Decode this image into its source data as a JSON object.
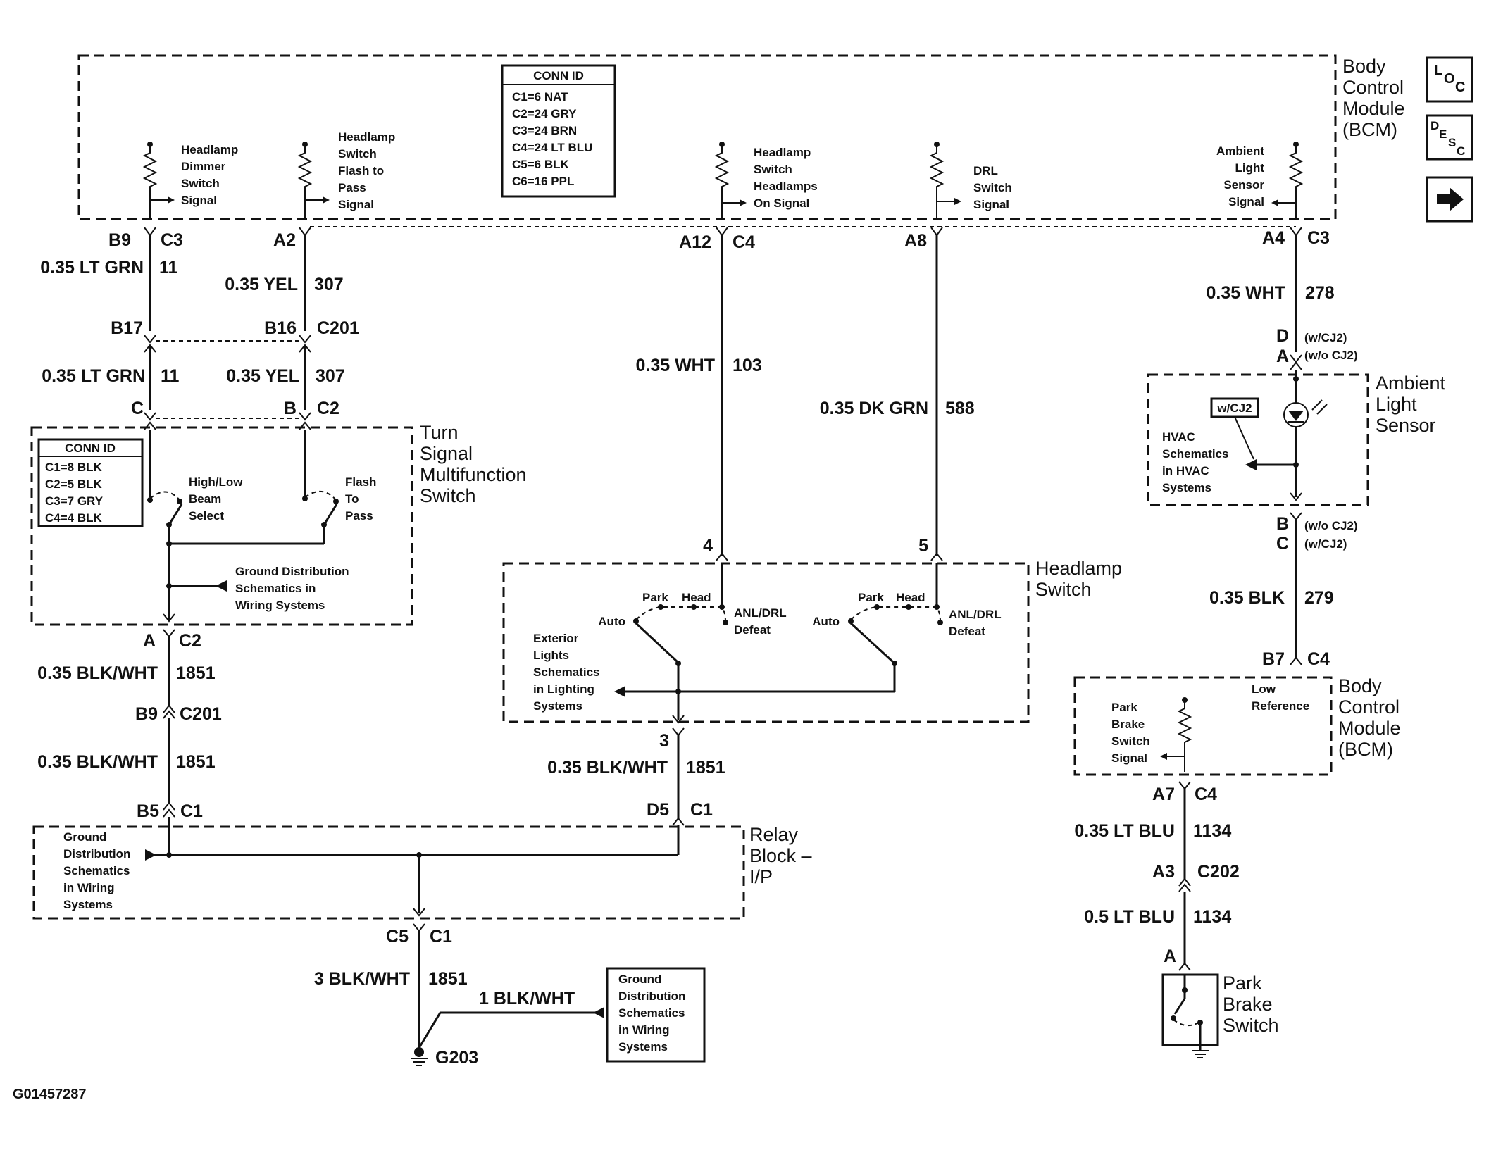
{
  "bcm_top": {
    "title": [
      "Body",
      "Control",
      "Module",
      "(BCM)"
    ],
    "conn_id": {
      "header": "CONN ID",
      "lines": [
        "C1=6 NAT",
        "C2=24 GRY",
        "C3=24 BRN",
        "C4=24 LT BLU",
        "C5=6 BLK",
        "C6=16 PPL"
      ]
    },
    "signals": {
      "dimmer": [
        "Headlamp",
        "Dimmer",
        "Switch",
        "Signal"
      ],
      "flash": [
        "Headlamp",
        "Switch",
        "Flash to",
        "Pass",
        "Signal"
      ],
      "headlamps_on": [
        "Headlamp",
        "Switch",
        "Headlamps",
        "On Signal"
      ],
      "drl": [
        "DRL",
        "Switch",
        "Signal"
      ],
      "ambient": [
        "Ambient",
        "Light",
        "Sensor",
        "Signal"
      ]
    }
  },
  "nav": {
    "loc_icon": "LOC",
    "desc_icon": "DESC",
    "next_icon": "arrow-right"
  },
  "pins": {
    "b9": "B9",
    "c3a": "C3",
    "a2": "A2",
    "a12": "A12",
    "c4a": "C4",
    "a8": "A8",
    "a4": "A4",
    "c3b": "C3",
    "b17": "B17",
    "b16": "B16",
    "c201a": "C201",
    "c": "C",
    "b": "B",
    "c2a": "C2",
    "a_c2": "A",
    "c2b": "C2",
    "b9b": "B9",
    "c201b": "C201",
    "b5": "B5",
    "c1a": "C1",
    "d5": "D5",
    "c1b": "C1",
    "c5": "C5",
    "c1c": "C1",
    "p4": "4",
    "p5": "5",
    "p3": "3",
    "d_als": "D",
    "a_als": "A",
    "wcj2_d": "(w/CJ2)",
    "wocj2_a": "(w/o CJ2)",
    "b_als": "B",
    "c_als": "C",
    "wocj2_b": "(w/o CJ2)",
    "wcj2_c": "(w/CJ2)",
    "b7": "B7",
    "c4b": "C4",
    "a7": "A7",
    "c4c": "C4",
    "a3": "A3",
    "c202": "C202",
    "a_pb": "A"
  },
  "wires": {
    "w1a_color": "0.35 LT GRN",
    "w1a_num": "11",
    "w2a_color": "0.35 YEL",
    "w2a_num": "307",
    "w1b_color": "0.35 LT GRN",
    "w1b_num": "11",
    "w2b_color": "0.35 YEL",
    "w2b_num": "307",
    "w3_color": "0.35 WHT",
    "w3_num": "103",
    "w4_color": "0.35 DK GRN",
    "w4_num": "588",
    "w5_color": "0.35 WHT",
    "w5_num": "278",
    "w6_color": "0.35 BLK",
    "w6_num": "279",
    "w7a_color": "0.35 BLK/WHT",
    "w7a_num": "1851",
    "w7b_color": "0.35 BLK/WHT",
    "w7b_num": "1851",
    "w8_color": "0.35 BLK/WHT",
    "w8_num": "1851",
    "w9_color": "3 BLK/WHT",
    "w9_num": "1851",
    "w10_color": "1 BLK/WHT",
    "w11_color": "0.35 LT BLU",
    "w11_num": "1134",
    "w12_color": "0.5 LT BLU",
    "w12_num": "1134"
  },
  "turn_signal_switch": {
    "title": [
      "Turn",
      "Signal",
      "Multifunction",
      "Switch"
    ],
    "conn_id": {
      "header": "CONN ID",
      "lines": [
        "C1=8 BLK",
        "C2=5 BLK",
        "C3=7 GRY",
        "C4=4 BLK"
      ]
    },
    "hilo": [
      "High/Low",
      "Beam",
      "Select"
    ],
    "flash": [
      "Flash",
      "To",
      "Pass"
    ],
    "ground": [
      "Ground Distribution",
      "Schematics in",
      "Wiring Systems"
    ]
  },
  "headlamp_switch": {
    "title": [
      "Headlamp",
      "Switch"
    ],
    "park": "Park",
    "head": "Head",
    "auto": "Auto",
    "anl": [
      "ANL/DRL",
      "Defeat"
    ],
    "park2": "Park",
    "head2": "Head",
    "auto2": "Auto",
    "anl2": [
      "ANL/DRL",
      "Defeat"
    ],
    "exterior": [
      "Exterior",
      "Lights",
      "Schematics",
      "in Lighting",
      "Systems"
    ]
  },
  "ambient_sensor": {
    "title": [
      "Ambient",
      "Light",
      "Sensor"
    ],
    "option": "w/CJ2",
    "hvac": [
      "HVAC",
      "Schematics",
      "in HVAC",
      "Systems"
    ]
  },
  "bcm_bottom": {
    "title": [
      "Body",
      "Control",
      "Module",
      "(BCM)"
    ],
    "low_ref": [
      "Low",
      "Reference"
    ],
    "park_signal": [
      "Park",
      "Brake",
      "Switch",
      "Signal"
    ]
  },
  "relay_block": {
    "title": [
      "Relay",
      "Block –",
      "I/P"
    ],
    "ground": [
      "Ground",
      "Distribution",
      "Schematics",
      "in Wiring",
      "Systems"
    ]
  },
  "ground_box": {
    "text": [
      "Ground",
      "Distribution",
      "Schematics",
      "in Wiring",
      "Systems"
    ]
  },
  "ground": {
    "label": "G203"
  },
  "park_brake": {
    "title": [
      "Park",
      "Brake",
      "Switch"
    ]
  },
  "footer": {
    "id": "G01457287"
  }
}
